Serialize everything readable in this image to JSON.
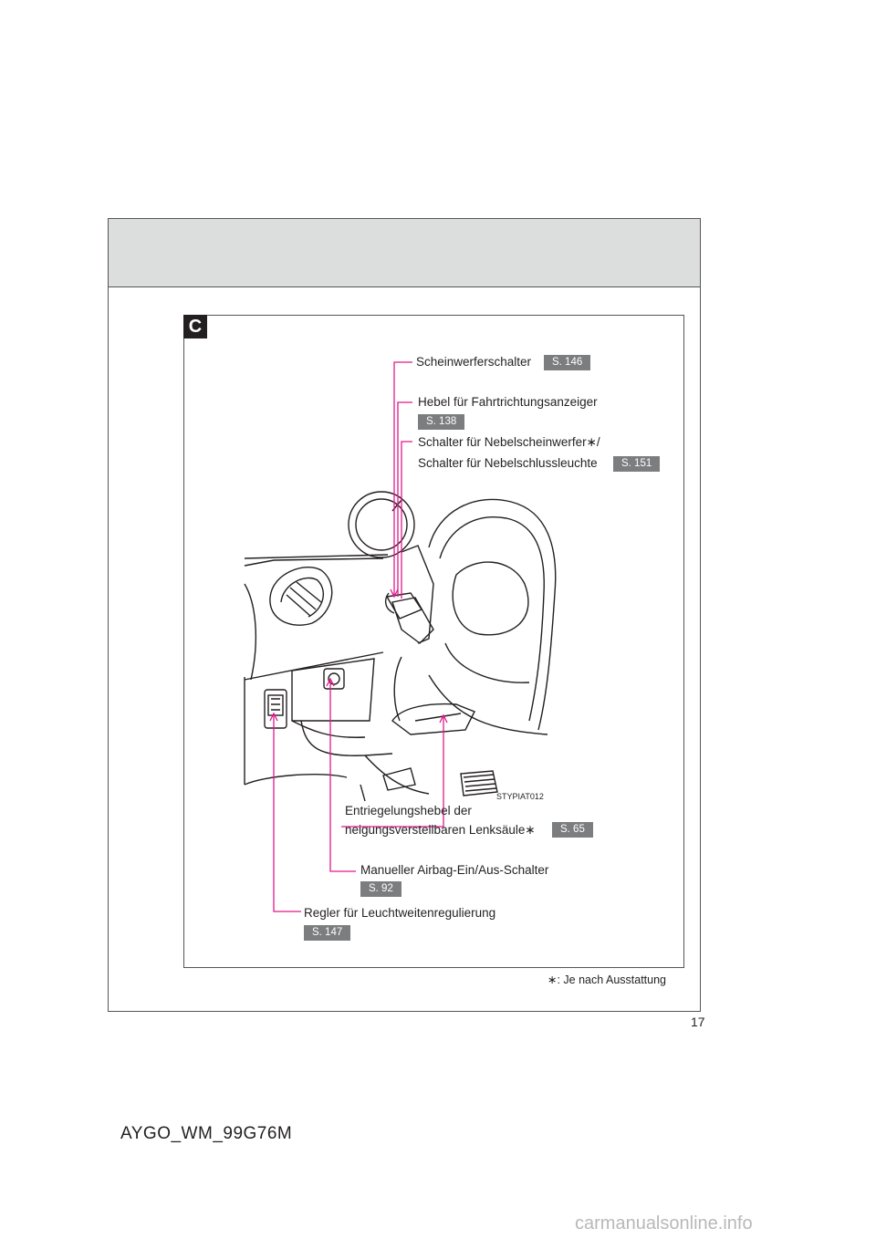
{
  "section": {
    "tag": "C"
  },
  "callouts": {
    "headlight": {
      "label": "Scheinwerferschalter",
      "ref": "S. 146"
    },
    "turn": {
      "label": "Hebel für Fahrtrichtungsanzeiger",
      "ref": "S. 138"
    },
    "fog": {
      "line1": "Schalter für Nebelscheinwerfer∗/",
      "line2": "Schalter für Nebelschlussleuchte",
      "ref": "S. 151"
    },
    "steering": {
      "line1": "Entriegelungshebel der",
      "line2": "neigungsverstellbaren Lenksäule∗",
      "ref": "S. 65"
    },
    "airbag": {
      "label": "Manueller Airbag-Ein/Aus-Schalter",
      "ref": "S. 92"
    },
    "leveling": {
      "label": "Regler für Leuchtweitenregulierung",
      "ref": "S. 147"
    }
  },
  "image_code": "STYPIAT012",
  "footnote": "∗: Je nach Ausstattung",
  "page_number": "17",
  "document_code": "AYGO_WM_99G76M",
  "watermark": "carmanualsonline.info",
  "colors": {
    "callout_line": "#e0198b",
    "ref_badge": "#7b7d7f",
    "header_band": "#dcdedd"
  }
}
